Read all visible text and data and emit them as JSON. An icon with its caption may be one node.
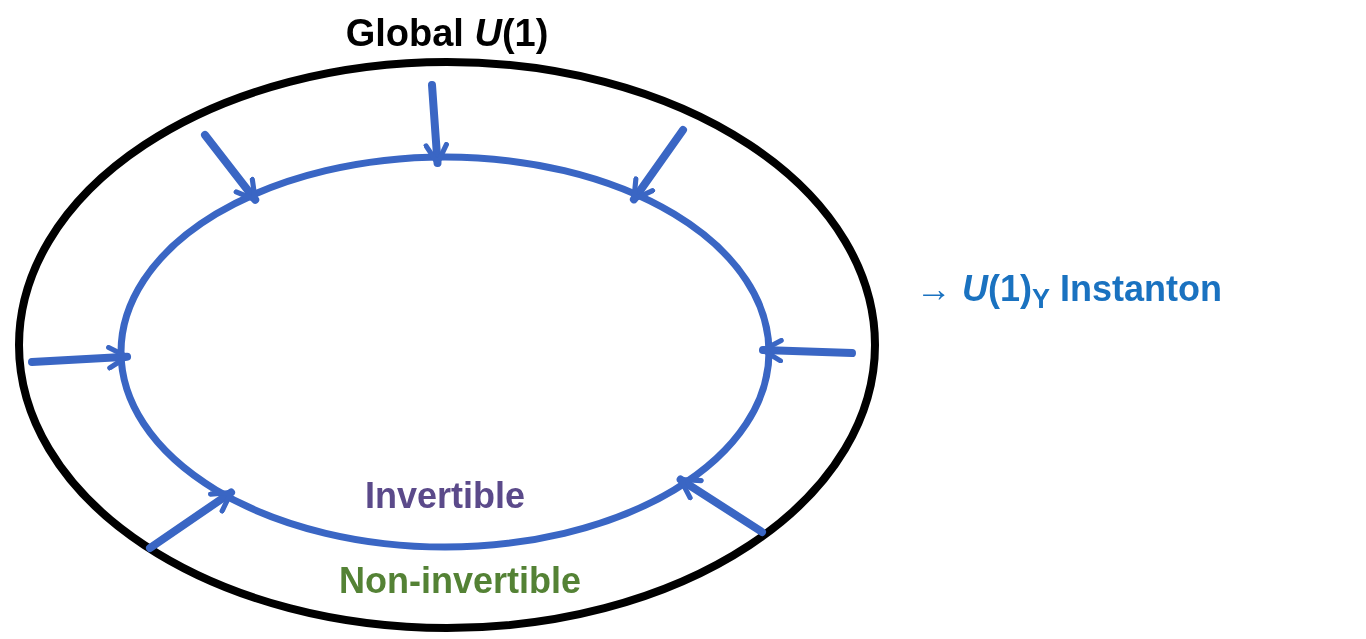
{
  "diagram": {
    "nodes": [
      {
        "text": [
          "Global *U*(1)",
          "Non-invertible"
        ]
      },
      {
        "text": [
          "Invertible"
        ],
        "in": 0
      }
    ],
    "edges": [
      {
        "from": null,
        "to": 1,
        "arrow": "to"
      },
      {
        "from": null,
        "to": 1,
        "arrow": "to"
      },
      {
        "from": null,
        "to": 1,
        "arrow": "to"
      },
      {
        "from": null,
        "to": 1,
        "arrow": "to"
      },
      {
        "from": null,
        "to": 1,
        "arrow": "to"
      },
      {
        "from": null,
        "to": 1,
        "arrow": "to"
      },
      {
        "from": null,
        "to": 1,
        "arrow": "to"
      }
    ],
    "labels": [
      "→ *U*(1)$_{Y}$ Instanton"
    ]
  }
}
